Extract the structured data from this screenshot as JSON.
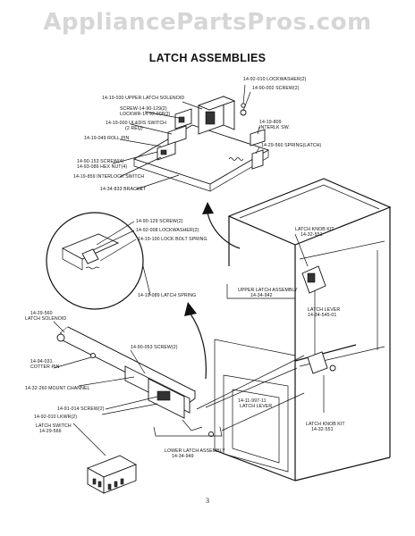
{
  "watermark": "AppliancePartsPros.com",
  "title": "LATCH ASSEMBLIES",
  "page_number": "3",
  "labels": {
    "lockwasher_top": "14-92-010 LOCKWASHER(2)",
    "screw_top": "14-90-002 SCREW(2)",
    "upper_solenoid": "14-19-030 UPPER LATCH SOLENOID",
    "screw_lockwr_1": "SCREW-14-90-129(2)",
    "screw_lockwr_2": "LOCKWR-14-92-008(2)",
    "ul_switch_1": "14-19-000 UL&DIS SWITCH",
    "ul_switch_2": "(2 REQ)",
    "interlk_1": "14-19-809",
    "interlk_2": "INTERLK SW.",
    "roll_pin": "14-19-049 ROLL PIN",
    "spring_latch": "14-29-560 SPRING(LATCH)",
    "screw4": "14-90-153 SCREW(4)",
    "hexnut4": "14-93-086 HEX NUT(4)",
    "interlock_switch": "14-19-859 INTERLOCK SWITCH",
    "bracket": "14-34-833 BRACKET",
    "screw2_mid": "14-90-129 SCREW(2)",
    "lockwasher_mid": "14-92-008 LOCKWASHER(2)",
    "lock_bolt_spring": "14-19-100 LOCK BOLT SPRING",
    "latch_spring": "14-19-089 LATCH SPRING",
    "knob_kit_upper_1": "LATCH KNOB KIT",
    "knob_kit_upper_2": "14-32-551",
    "upper_latch_assy_1": "UPPER LATCH ASSEMBLY",
    "upper_latch_assy_2": "14-34-942",
    "latch_lever_r_1": "LATCH LEVER",
    "latch_lever_r_2": "14-34-545-01",
    "solenoid_1": "14-29-560",
    "solenoid_2": "LATCH SOLENOID",
    "cotter_1": "14-94-031",
    "cotter_2": "COTTER PIN",
    "screw2_lower": "14-90-053 SCREW(2)",
    "mount_channel": "14-32-260 MOUNT CHANNEL",
    "screw2_lower2": "14-91-014 SCREW(2)",
    "lkwr_lower": "14-92-010 LKWR(2)",
    "latch_switch_1": "LATCH SWITCH",
    "latch_switch_2": "14-29-566",
    "latch_lever_c_1": "14-11-997-11",
    "latch_lever_c_2": "LATCH LEVER",
    "knob_kit_lower_1": "LATCH KNOB KIT",
    "knob_kit_lower_2": "14-32-551",
    "lower_latch_assy_1": "LOWER LATCH ASSEMBLY",
    "lower_latch_assy_2": "14-34-949"
  }
}
